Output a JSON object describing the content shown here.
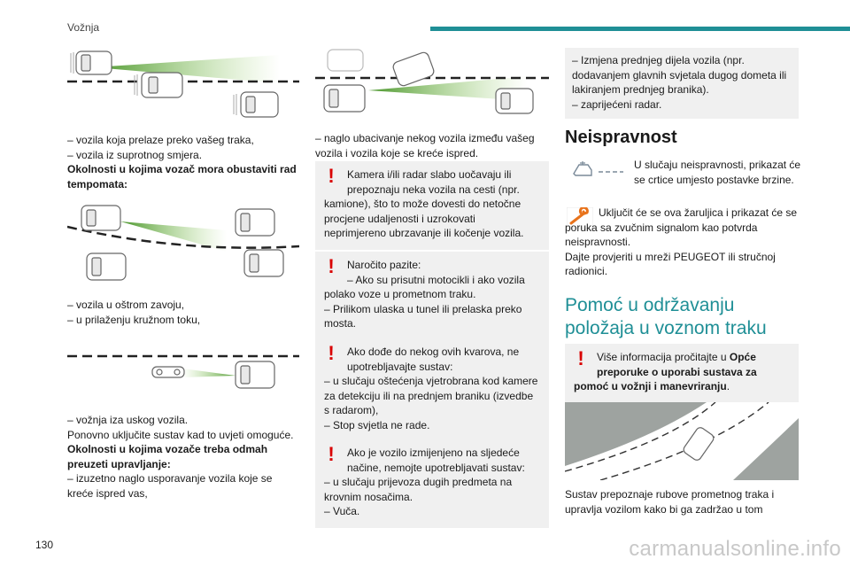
{
  "header": {
    "title": "Vožnja"
  },
  "page_number": "130",
  "watermark": "carmanualsonline.info",
  "col1": {
    "text1": [
      "– vozila koja prelaze preko vašeg traka,",
      "– vozila iz suprotnog smjera."
    ],
    "bold1": "Okolnosti u kojima vozač mora obustaviti rad tempomata:",
    "text2": [
      "– vozila u oštrom zavoju,",
      "– u prilaženju kružnom toku,"
    ],
    "text3": [
      "– vožnja iza uskog vozila.",
      "Ponovno uključite sustav kad to uvjeti omoguće."
    ],
    "bold2": "Okolnosti u kojima vozače treba odmah preuzeti upravljanje:",
    "text4": [
      "– izuzetno naglo usporavanje vozila koje se kreće ispred vas,"
    ]
  },
  "col2": {
    "text1": "– naglo ubacivanje nekog vozila između vašeg vozila i vozila koje se kreće ispred.",
    "warn1": "Kamera i/ili radar slabo uočavaju ili prepoznaju neka vozila na cesti (npr. kamione), što to može dovesti do netočne procjene udaljenosti i uzrokovati neprimjereno ubrzavanje ili kočenje vozila.",
    "warn2": [
      "Naročito pazite:",
      "– Ako su prisutni motocikli i ako vozila polako voze u prometnom traku.",
      "– Prilikom ulaska u tunel ili prelaska preko mosta."
    ],
    "warn3": [
      "Ako dođe do nekog ovih kvarova, ne upotrebljavajte sustav:",
      "– u slučaju oštećenja vjetrobrana kod kamere za detekciju ili na prednjem braniku (izvedbe s radarom),",
      "– Stop svjetla ne rade."
    ],
    "warn4": [
      "Ako je vozilo izmijenjeno na sljedeće načine, nemojte upotrebljavati sustav:",
      "– u slučaju prijevoza dugih predmeta na krovnim nosačima.",
      "– Vuča."
    ]
  },
  "col3": {
    "box1": [
      "– Izmjena prednjeg dijela vozila (npr. dodavanjem glavnih svjetala dugog dometa ili lakiranjem prednjeg branika).",
      "– zaprijećeni radar."
    ],
    "heading1": "Neispravnost",
    "icon_text1": "U slučaju neispravnosti, prikazat će se crtice umjesto postavke brzine.",
    "icon_text2": "Uključit će se ova žaruljica i prikazat će se poruka sa zvučnim signalom kao potvrda neispravnosti.",
    "text_after": "Dajte provjeriti u mreži PEUGEOT ili stručnoj radionici.",
    "heading2": "Pomoć u održavanju položaja u voznom traku",
    "warn_pre": "Više informacija pročitajte u ",
    "warn_bold": "Opće preporuke o uporabi sustava za pomoć u vožnji i manevriranju",
    "warn_post": ".",
    "text_bottom": "Sustav prepoznaje rubove prometnog traka i upravlja vozilom kako bi ga zadržao u tom"
  },
  "icons": {
    "warning": "exclamation-icon",
    "speed_dashes": "speed-dashes-icon",
    "wrench": "wrench-warning-icon",
    "car": "car-icon",
    "motorcycle": "motorcycle-icon"
  },
  "colors": {
    "accent": "#1f8f96",
    "warning": "#d90000",
    "orange": "#e8731c",
    "radar": "#5fa82e"
  }
}
